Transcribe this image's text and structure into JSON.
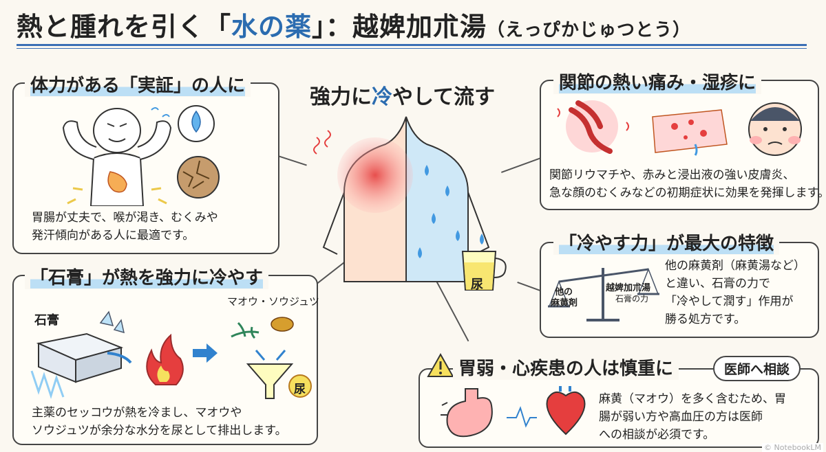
{
  "title": {
    "main": "熱と腫れを引く「",
    "accent": "水の薬",
    "after": "」：越婢加朮湯",
    "reading": "（えっぴかじゅつとう）"
  },
  "center": {
    "heading_pre": "強力に",
    "heading_accent": "冷",
    "heading_post": "やして流す",
    "cup_label": "尿"
  },
  "panel_constitution": {
    "heading": "体力がある「実証」の人に",
    "lines": [
      "胃腸が丈夫で、喉が渇き、むくみや",
      "発汗傾向がある人に最適です。"
    ]
  },
  "panel_gypsum": {
    "heading": "「石膏」が熱を強力に冷やす",
    "stone_label": "石膏",
    "herb_label": "マオウ・ソウジュツ",
    "urine_label": "尿",
    "lines": [
      "主薬のセッコウが熱を冷まし、マオウや",
      "ソウジュツが余分な水分を尿として排出します。"
    ]
  },
  "panel_symptoms": {
    "heading": "関節の熱い痛み・湿疹に",
    "lines": [
      "関節リウマチや、赤みと浸出液の強い皮膚炎、",
      "急な顔のむくみなどの初期症状に効果を発揮します。"
    ]
  },
  "panel_cooling": {
    "heading": "「冷やす力」が最大の特徴",
    "scale_left_1": "他の",
    "scale_left_2": "麻黄剤",
    "scale_right_1": "越婢加朮湯",
    "scale_right_2": "石膏の力",
    "lines": [
      "他の麻黄剤（麻黄湯など）",
      "と違い、石膏の力で",
      "「冷やして潤す」作用が",
      "勝る処方です。"
    ]
  },
  "panel_caution": {
    "heading": "胃弱・心疾患の人は慎重に",
    "badge": "医師へ相談",
    "lines": [
      "麻黄（マオウ）を多く含むため、胃",
      "腸が弱い方や高血圧の方は医師",
      "への相談が必須です。"
    ]
  },
  "watermark": "© NotebookLM",
  "colors": {
    "accent_blue": "#2b6cb0",
    "heat_red": "#e53e3e",
    "cool_blue": "#90cdf4",
    "rule": "#3b6fb5"
  }
}
